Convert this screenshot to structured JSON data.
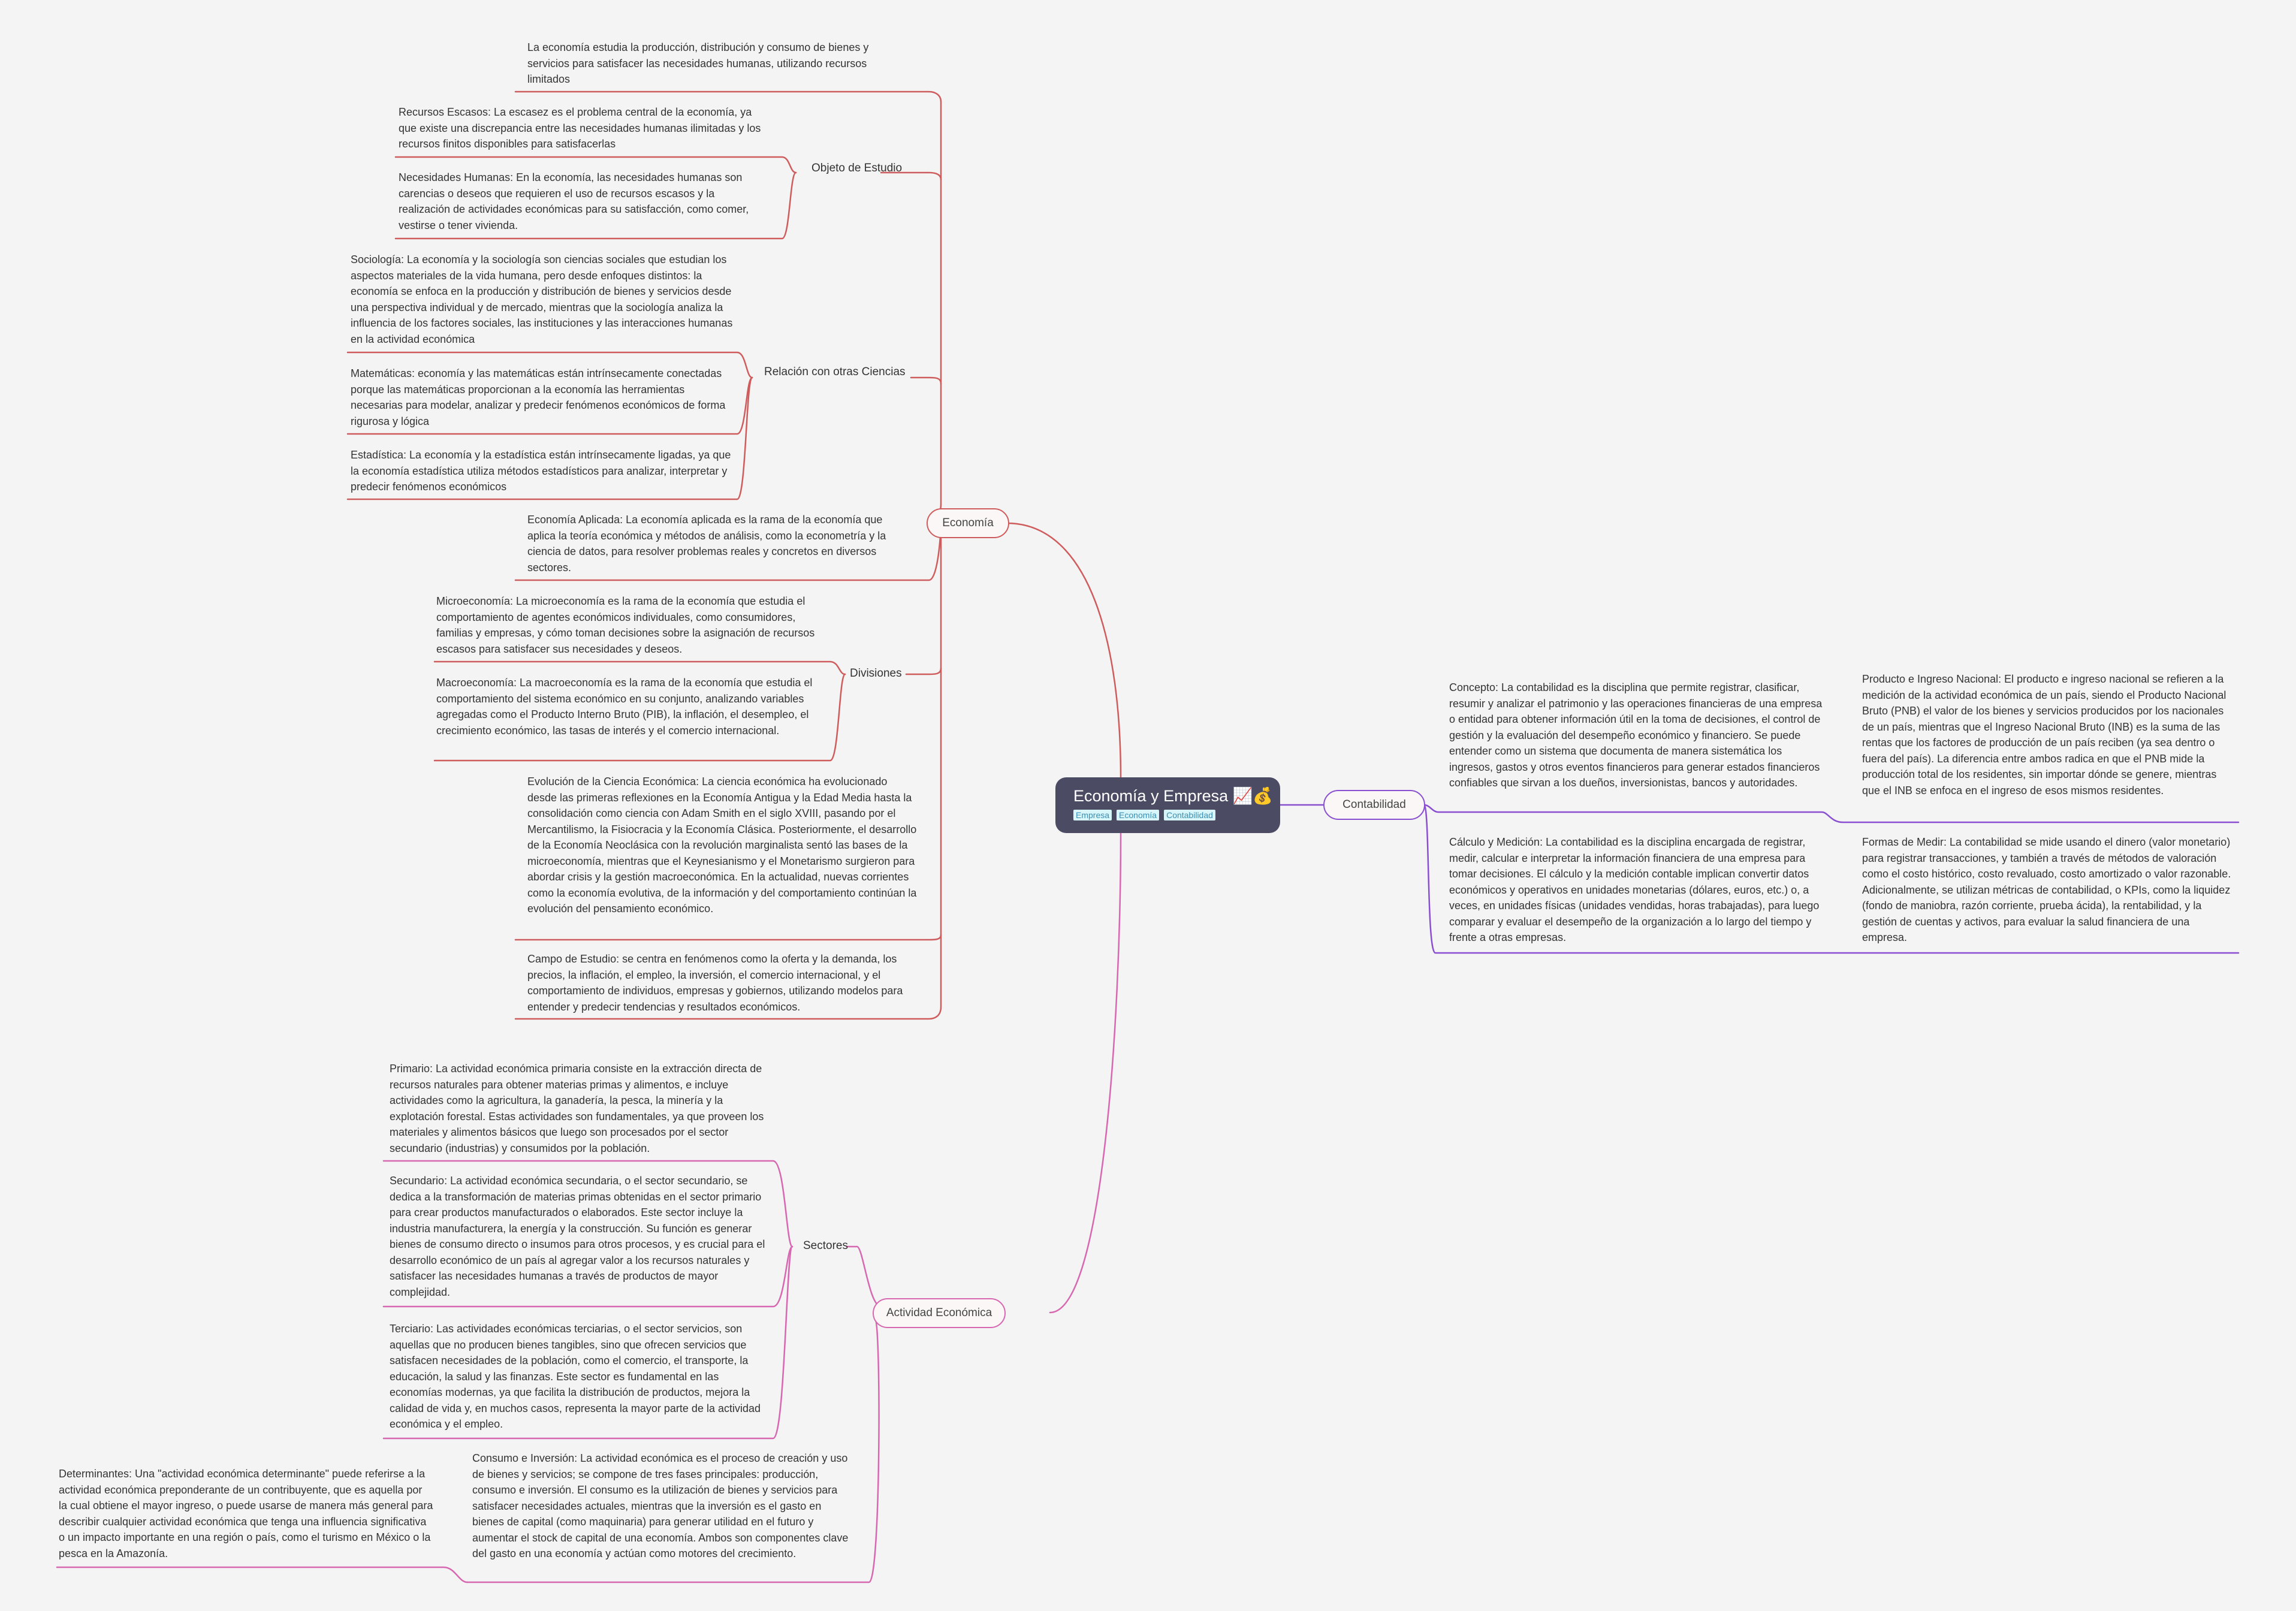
{
  "root": {
    "title": "Economía y Empresa 📈💰",
    "tags": [
      "Empresa",
      "Economía",
      "Contabilidad"
    ]
  },
  "colors": {
    "economia": "#cf5c5c",
    "actividad": "#d667b0",
    "contabilidad": "#8a4fd0",
    "root_bg": "#4b4c64",
    "background": "#f4f4f4"
  },
  "economia": {
    "label": "Economía",
    "intro": "La economía estudia la producción, distribución y consumo de bienes y servicios para satisfacer las necesidades humanas, utilizando recursos limitados",
    "objeto": {
      "label": "Objeto de Estudio",
      "items": [
        "Recursos Escasos: La escasez es el problema central de la economía, ya que existe una discrepancia entre las necesidades humanas ilimitadas y los recursos finitos disponibles para satisfacerlas",
        "Necesidades Humanas: En la economía, las necesidades humanas son carencias o deseos que requieren el uso de recursos escasos y la realización de actividades económicas para su satisfacción, como comer, vestirse o tener vivienda."
      ]
    },
    "relacion": {
      "label": "Relación con otras Ciencias",
      "items": [
        "Sociología: La economía y la sociología son ciencias sociales que estudian los aspectos materiales de la vida humana, pero desde enfoques distintos: la economía se enfoca en la producción y distribución de bienes y servicios desde una perspectiva individual y de mercado, mientras que la sociología analiza la influencia de los factores sociales, las instituciones y las interacciones humanas en la actividad económica",
        "Matemáticas: economía y las matemáticas están intrínsecamente conectadas porque las matemáticas proporcionan a la economía las herramientas necesarias para modelar, analizar y predecir fenómenos económicos de forma rigurosa y lógica",
        "Estadística: La economía y la estadística están intrínsecamente ligadas, ya que la economía estadística utiliza métodos estadísticos para analizar, interpretar y predecir fenómenos económicos"
      ]
    },
    "aplicada": "Economía Aplicada: La economía aplicada es la rama de la economía que aplica la teoría económica y métodos de análisis, como la econometría y la ciencia de datos, para resolver problemas reales y concretos en diversos sectores.",
    "divisiones": {
      "label": "Divisiones",
      "items": [
        "Microeconomía: La microeconomía es la rama de la economía que estudia el comportamiento de agentes económicos individuales, como consumidores, familias y empresas, y cómo toman decisiones sobre la asignación de recursos escasos para satisfacer sus necesidades y deseos.",
        "Macroeconomía: La macroeconomía es la rama de la economía que estudia el comportamiento del sistema económico en su conjunto, analizando variables agregadas como el Producto Interno Bruto (PIB), la inflación, el desempleo, el crecimiento económico, las tasas de interés y el comercio internacional."
      ]
    },
    "evolucion": "Evolución de la Ciencia Económica: La ciencia económica ha evolucionado desde las primeras reflexiones en la Economía Antigua y la Edad Media hasta la consolidación como ciencia con Adam Smith en el siglo XVIII, pasando por el Mercantilismo, la Fisiocracia y la Economía Clásica. Posteriormente, el desarrollo de la Economía Neoclásica con la revolución marginalista sentó las bases de la microeconomía, mientras que el Keynesianismo y el Monetarismo surgieron para abordar crisis y la gestión macroeconómica. En la actualidad, nuevas corrientes como la economía evolutiva, de la información y del comportamiento continúan la evolución del pensamiento económico.",
    "campo": "Campo de Estudio: se centra en fenómenos como la oferta y la demanda, los precios, la inflación, el empleo, la inversión, el comercio internacional, y el comportamiento de individuos, empresas y gobiernos, utilizando modelos para entender y predecir tendencias y resultados económicos."
  },
  "actividad": {
    "label": "Actividad Económica",
    "sectores": {
      "label": "Sectores",
      "items": [
        "Primario: La actividad económica primaria consiste en la extracción directa de recursos naturales para obtener materias primas y alimentos, e incluye actividades como la agricultura, la ganadería, la pesca, la minería y la explotación forestal. Estas actividades son fundamentales, ya que proveen los materiales y alimentos básicos que luego son procesados por el sector secundario (industrias) y consumidos por la población.",
        "Secundario: La actividad económica secundaria, o el sector secundario, se dedica a la transformación de materias primas obtenidas en el sector primario para crear productos manufacturados o elaborados. Este sector incluye la industria manufacturera, la energía y la construcción. Su función es generar bienes de consumo directo o insumos para otros procesos, y es crucial para el desarrollo económico de un país al agregar valor a los recursos naturales y satisfacer las necesidades humanas a través de productos de mayor complejidad.",
        "Terciario: Las actividades económicas terciarias, o el sector servicios, son aquellas que no producen bienes tangibles, sino que ofrecen servicios que satisfacen necesidades de la población, como el comercio, el transporte, la educación, la salud y las finanzas. Este sector es fundamental en las economías modernas, ya que facilita la distribución de productos, mejora la calidad de vida y, en muchos casos, representa la mayor parte de la actividad económica y el empleo."
      ]
    },
    "consumo": "Consumo e Inversión: La actividad económica es el proceso de creación y uso de bienes y servicios; se compone de tres fases principales: producción, consumo e inversión. El consumo es la utilización de bienes y servicios para satisfacer necesidades actuales, mientras que la inversión es el gasto en bienes de capital (como maquinaria) para generar utilidad en el futuro y aumentar el stock de capital de una economía. Ambos son componentes clave del gasto en una economía y actúan como motores del crecimiento.",
    "determinantes": "Determinantes: Una \"actividad económica determinante\" puede referirse a la actividad económica preponderante de un contribuyente, que es aquella por la cual obtiene el mayor ingreso, o puede usarse de manera más general para describir cualquier actividad económica que tenga una influencia significativa o un impacto importante en una región o país, como el turismo en México o la pesca en la Amazonía."
  },
  "contabilidad": {
    "label": "Contabilidad",
    "concepto": "Concepto: La contabilidad es la disciplina que permite registrar, clasificar, resumir y analizar el patrimonio y las operaciones financieras de una empresa o entidad para obtener información útil en la toma de decisiones, el control de gestión y la evaluación del desempeño económico y financiero. Se puede entender como un sistema que documenta de manera sistemática los ingresos, gastos y otros eventos financieros para generar estados financieros confiables que sirvan a los dueños, inversionistas, bancos y autoridades.",
    "producto": "Producto e Ingreso Nacional: El producto e ingreso nacional se refieren a la medición de la actividad económica de un país, siendo el Producto Nacional Bruto (PNB) el valor de los bienes y servicios producidos por los nacionales de un país, mientras que el Ingreso Nacional Bruto (INB) es la suma de las rentas que los factores de producción de un país reciben (ya sea dentro o fuera del país). La diferencia entre ambos radica en que el PNB mide la producción total de los residentes, sin importar dónde se genere, mientras que el INB se enfoca en el ingreso de esos mismos residentes.",
    "calculo": "Cálculo y Medición: La contabilidad es la disciplina encargada de registrar, medir, calcular e interpretar la información financiera de una empresa para tomar decisiones. El cálculo y la medición contable implican convertir datos económicos y operativos en unidades monetarias (dólares, euros, etc.) o, a veces, en unidades físicas (unidades vendidas, horas trabajadas), para luego comparar y evaluar el desempeño de la organización a lo largo del tiempo y frente a otras empresas.",
    "formas": "Formas de Medir: La contabilidad se mide usando el dinero (valor monetario) para registrar transacciones, y también a través de métodos de valoración como el costo histórico, costo revaluado, costo amortizado o valor razonable. Adicionalmente, se utilizan métricas de contabilidad, o KPIs, como la liquidez (fondo de maniobra, razón corriente, prueba ácida), la rentabilidad, y la gestión de cuentas y activos, para evaluar la salud financiera de una empresa."
  }
}
